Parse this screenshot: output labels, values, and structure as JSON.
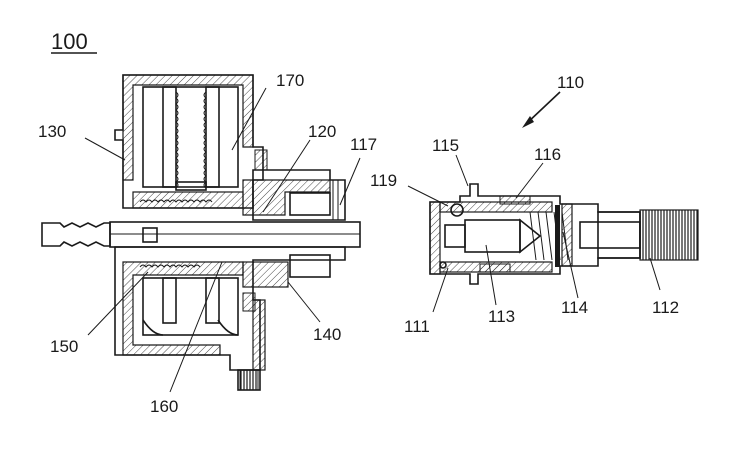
{
  "figure": {
    "number": "100"
  },
  "labels": {
    "l170": "170",
    "l130": "130",
    "l120": "120",
    "l117": "117",
    "l150": "150",
    "l160": "160",
    "l140": "140",
    "l110": "110",
    "l115": "115",
    "l116": "116",
    "l119": "119",
    "l111": "111",
    "l113": "113",
    "l114": "114",
    "l112": "112"
  }
}
